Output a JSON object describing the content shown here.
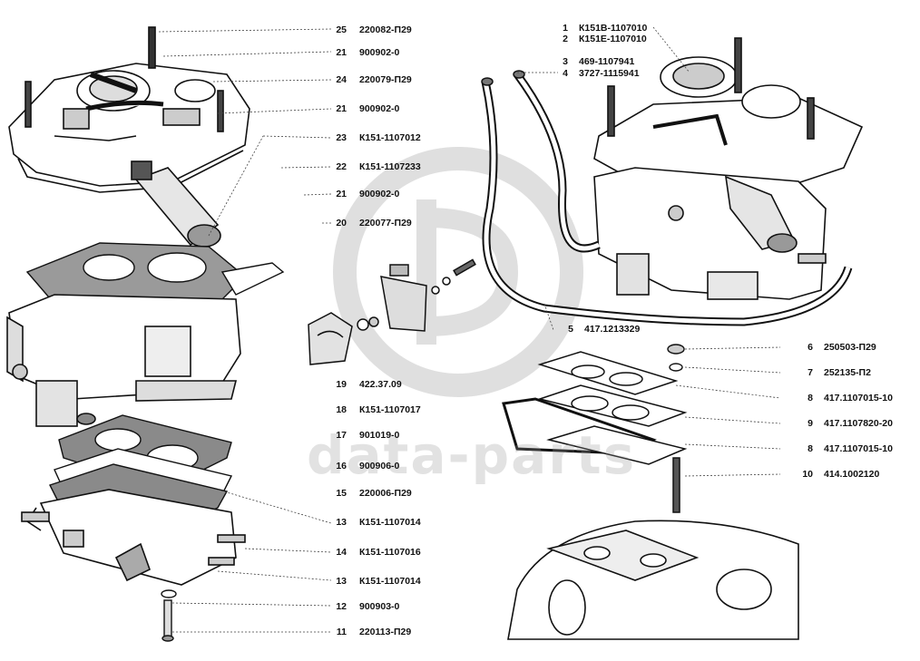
{
  "watermark": {
    "text": "data-parts",
    "color": "#9a9a9a"
  },
  "callouts_left": [
    {
      "num": "25",
      "code": "220082-П29"
    },
    {
      "num": "21",
      "code": "900902-0"
    },
    {
      "num": "24",
      "code": "220079-П29"
    },
    {
      "num": "21",
      "code": "900902-0"
    },
    {
      "num": "23",
      "code": "К151-1107012"
    },
    {
      "num": "22",
      "code": "К151-1107233"
    },
    {
      "num": "21",
      "code": "900902-0"
    },
    {
      "num": "20",
      "code": "220077-П29"
    },
    {
      "num": "19",
      "code": "422.37.09"
    },
    {
      "num": "18",
      "code": "К151-1107017"
    },
    {
      "num": "17",
      "code": "901019-0"
    },
    {
      "num": "16",
      "code": "900906-0"
    },
    {
      "num": "15",
      "code": "220006-П29"
    },
    {
      "num": "13",
      "code": "К151-1107014"
    },
    {
      "num": "14",
      "code": "К151-1107016"
    },
    {
      "num": "13",
      "code": "К151-1107014"
    },
    {
      "num": "12",
      "code": "900903-0"
    },
    {
      "num": "11",
      "code": "220113-П29"
    }
  ],
  "callouts_right": [
    {
      "num": "1",
      "code": "К151В-1107010"
    },
    {
      "num": "2",
      "code": "К151Е-1107010"
    },
    {
      "num": "3",
      "code": "469-1107941"
    },
    {
      "num": "4",
      "code": "3727-1115941"
    },
    {
      "num": "5",
      "code": "417.1213329"
    },
    {
      "num": "6",
      "code": "250503-П29"
    },
    {
      "num": "7",
      "code": "252135-П2"
    },
    {
      "num": "8",
      "code": "417.1107015-10"
    },
    {
      "num": "9",
      "code": "417.1107820-20"
    },
    {
      "num": "8",
      "code": "417.1107015-10"
    },
    {
      "num": "10",
      "code": "414.1002120"
    }
  ]
}
